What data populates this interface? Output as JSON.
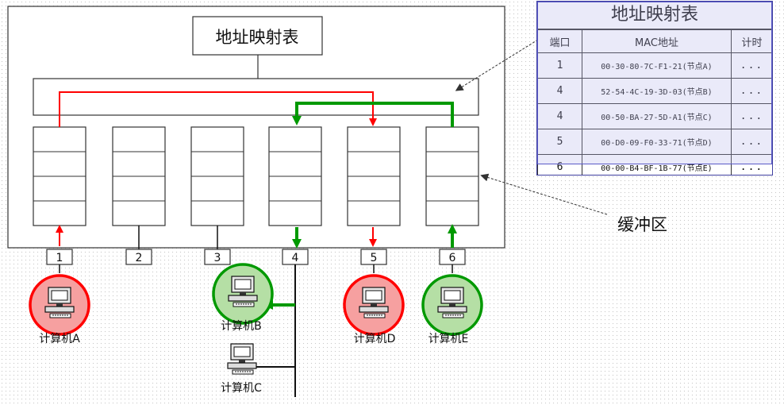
{
  "switch": {
    "address_table_label": "地址映射表",
    "buffer_label": "缓冲区",
    "ports": [
      "1",
      "2",
      "3",
      "4",
      "5",
      "6"
    ]
  },
  "computers": [
    {
      "label": "计算机A",
      "port": 1,
      "ring": "red"
    },
    {
      "label": "计算机B",
      "port": 4,
      "ring": "green"
    },
    {
      "label": "计算机C",
      "port": 4,
      "ring": "none"
    },
    {
      "label": "计算机D",
      "port": 5,
      "ring": "red"
    },
    {
      "label": "计算机E",
      "port": 6,
      "ring": "green"
    }
  ],
  "mac_table": {
    "title": "地址映射表",
    "headers": [
      "端口",
      "MAC地址",
      "计时"
    ],
    "rows": [
      {
        "port": "1",
        "mac": "00-30-80-7C-F1-21(节点A)",
        "timer": "..."
      },
      {
        "port": "4",
        "mac": "52-54-4C-19-3D-03(节点B)",
        "timer": "..."
      },
      {
        "port": "4",
        "mac": "00-50-BA-27-5D-A1(节点C)",
        "timer": "..."
      },
      {
        "port": "5",
        "mac": "00-D0-09-F0-33-71(节点D)",
        "timer": "..."
      },
      {
        "port": "6",
        "mac": "00-00-B4-BF-1B-77(节点E)",
        "timer": "..."
      }
    ]
  },
  "colors": {
    "red_path": "#ff0000",
    "green_path": "#009900",
    "ring_red_fill": "#f6a0a0",
    "ring_green_fill": "#b5dfa5"
  }
}
